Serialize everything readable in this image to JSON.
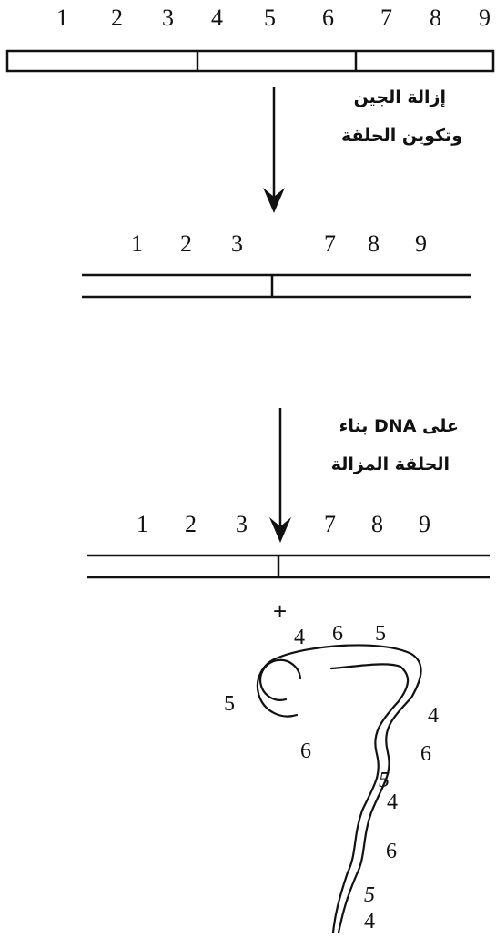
{
  "top_gene": {
    "numbers": [
      "1",
      "2",
      "3",
      "4",
      "5",
      "6",
      "7",
      "8",
      "9"
    ]
  },
  "step1": {
    "label_line1": "إزالة الجين",
    "label_line2": "وتكوين الحلقة"
  },
  "after_excision": {
    "numbers": [
      "1",
      "2",
      "3",
      "7",
      "8",
      "9"
    ]
  },
  "step2": {
    "label_line1": "بناء DNA على",
    "label_line2": "الحلقة المزالة"
  },
  "final": {
    "numbers": [
      "1",
      "2",
      "3",
      "7",
      "8",
      "9"
    ],
    "plus": "+"
  },
  "loop_labels": [
    "4",
    "6",
    "5",
    "5",
    "6",
    "4",
    "6",
    "5",
    "4",
    "6",
    "5",
    "4"
  ]
}
